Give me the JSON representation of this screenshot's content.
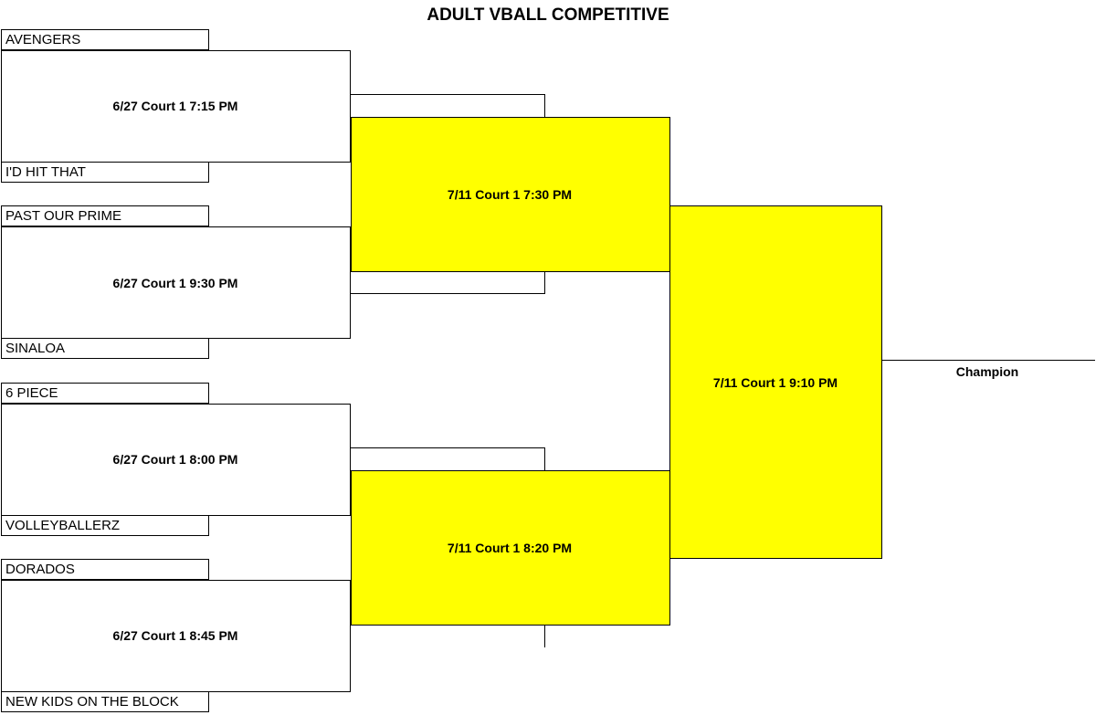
{
  "title": "ADULT VBALL COMPETITIVE",
  "round1": {
    "teams": [
      "AVENGERS",
      "I'D HIT THAT",
      "PAST OUR PRIME",
      "SINALOA",
      "6 PIECE",
      "VOLLEYBALLERZ",
      "DORADOS",
      "NEW KIDS ON THE BLOCK"
    ],
    "games": [
      "6/27 Court 1 7:15 PM",
      "6/27 Court 1 9:30 PM",
      "6/27 Court 1 8:00 PM",
      "6/27 Court 1 8:45 PM"
    ]
  },
  "semifinals": [
    "7/11 Court 1 7:30 PM",
    "7/11 Court 1 8:20 PM"
  ],
  "final": "7/11 Court 1 9:10 PM",
  "champion_label": "Champion",
  "colors": {
    "highlight": "#ffff00",
    "line": "#000000"
  }
}
